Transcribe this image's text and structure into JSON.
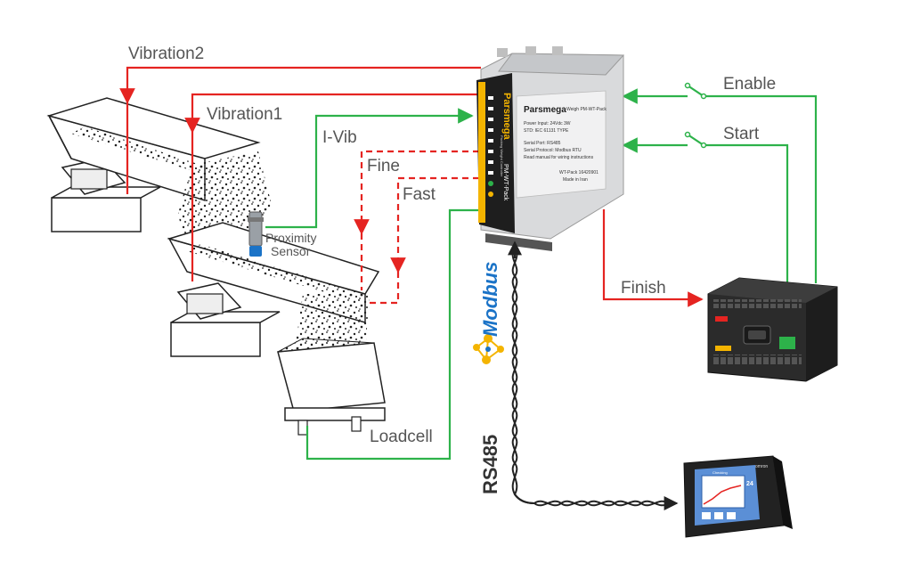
{
  "labels": {
    "vibration2": "Vibration2",
    "vibration1": "Vibration1",
    "ivib": "I-Vib",
    "fine": "Fine",
    "fast": "Fast",
    "proximity_line1": "Proximity",
    "proximity_line2": "Sensor",
    "loadcell": "Loadcell",
    "enable": "Enable",
    "start": "Start",
    "finish": "Finish",
    "rs485": "RS485",
    "modbus": "Modbus"
  },
  "controller": {
    "brand": "Parsmega",
    "model": "Weigh  PM-WT-Pack",
    "side_brand": "Parsmega",
    "side_model": "PM-WT-Pack",
    "side_text": "Packing Weight Controller",
    "specs": [
      "Power Input: 24Vdc 3W",
      "STD: IEC 61131 TYPE",
      "Serial Port: RS485",
      "Serial Protocol: Modbus RTU",
      "Read manual for wiring instructions"
    ],
    "serial": "WT-Pack 16420901",
    "made_in": "Made in Iran"
  },
  "hmi": {
    "brand": "omron",
    "screen_title": "Checking",
    "value": "24"
  },
  "colors": {
    "red": "#e52421",
    "green": "#2db24a",
    "gray_text": "#555555"
  }
}
